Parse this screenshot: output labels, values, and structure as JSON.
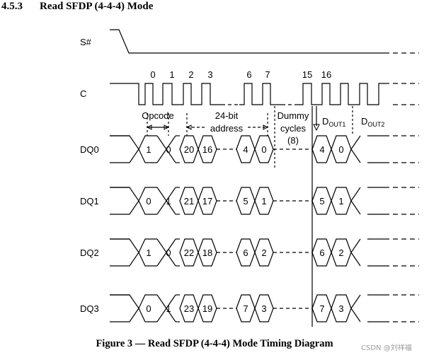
{
  "section": {
    "number": "4.5.3",
    "title": "Read SFDP (4-4-4) Mode"
  },
  "signals": {
    "cs": "S#",
    "clock": "C",
    "dq": [
      {
        "name": "DQ0",
        "values": [
          "1",
          "0",
          "20",
          "16",
          "4",
          "0",
          "4",
          "0"
        ]
      },
      {
        "name": "DQ1",
        "values": [
          "0",
          "1",
          "21",
          "17",
          "5",
          "1",
          "5",
          "1"
        ]
      },
      {
        "name": "DQ2",
        "values": [
          "1",
          "0",
          "22",
          "18",
          "6",
          "2",
          "6",
          "2"
        ]
      },
      {
        "name": "DQ3",
        "values": [
          "0",
          "1",
          "23",
          "19",
          "7",
          "3",
          "7",
          "3"
        ]
      }
    ]
  },
  "clock_labels": [
    "0",
    "1",
    "2",
    "3",
    "6",
    "7",
    "15",
    "16"
  ],
  "phases": {
    "opcode": "Opcode",
    "address": [
      "24-bit",
      "address"
    ],
    "dummy": [
      "Dummy",
      "cycles",
      "(8)"
    ],
    "dout1": {
      "main": "D",
      "sub": "OUT1"
    },
    "dout2": {
      "main": "D",
      "sub": "OUT2"
    }
  },
  "caption": "Figure 3 — Read SFDP (4-4-4) Mode Timing Diagram",
  "watermark": "CSDN @刘祥福"
}
